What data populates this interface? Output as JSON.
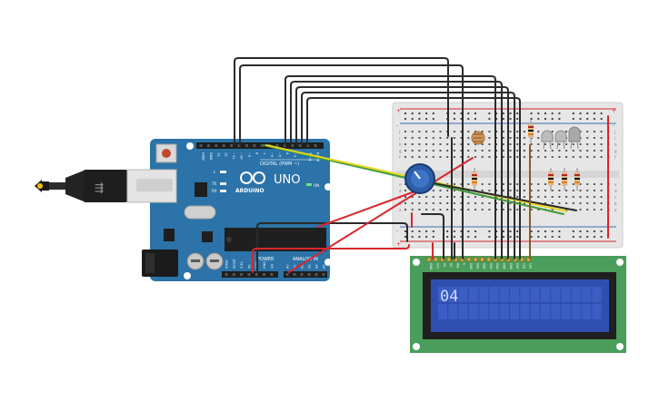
{
  "arduino": {
    "brand": "ARDUINO",
    "model": "UNO",
    "digital_label": "DIGITAL (PWM ~)",
    "power_label": "POWER",
    "analog_label": "ANALOG IN",
    "on_label": "ON",
    "tx_label": "TX",
    "rx_label": "RX",
    "l_label": "L",
    "top_pins": [
      "AREF",
      "GND",
      "13",
      "12",
      "~11",
      "~10",
      "~9",
      "8",
      "7",
      "~6",
      "~5",
      "4",
      "~3",
      "2",
      "TX→1",
      "RX←0"
    ],
    "power_pins": [
      "IOREF",
      "RESET",
      "3.3V",
      "5V",
      "GND",
      "GND",
      "Vin"
    ],
    "analog_pins": [
      "A0",
      "A1",
      "A2",
      "A3",
      "A4",
      "A5"
    ]
  },
  "breadboard": {
    "row_letters_top": [
      "j",
      "i",
      "h",
      "g",
      "f"
    ],
    "row_letters_bottom": [
      "e",
      "d",
      "c",
      "b",
      "a"
    ],
    "rail_plus": "+",
    "rail_minus": "-"
  },
  "lcd": {
    "display_text": "04",
    "header_pins": [
      "GND",
      "VCC",
      "V0",
      "RS",
      "RW",
      "E",
      "DB0",
      "DB1",
      "DB2",
      "DB3",
      "DB4",
      "DB5",
      "DB6",
      "DB7",
      "LED",
      "LED"
    ]
  },
  "colors": {
    "board_blue": "#2b73a8",
    "board_dark": "#1f5a85",
    "wire_dark": "#2b2b2b",
    "wire_red": "#d8262d",
    "wire_green": "#3f9a3a",
    "wire_yellow": "#e4d621",
    "lcd_green": "#4a9d5b",
    "lcd_screen": "#2f4fb0",
    "breadboard_bg": "#e9e9e9"
  }
}
